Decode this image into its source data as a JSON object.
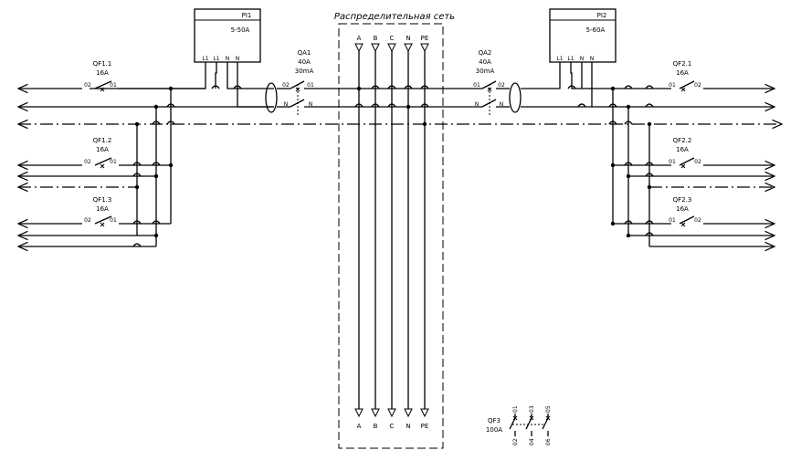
{
  "distribution_network": {
    "title": "Распределительная сеть",
    "top_labels": [
      "A",
      "B",
      "C",
      "N",
      "PE"
    ],
    "bottom_labels": [
      "A",
      "B",
      "C",
      "N",
      "PE"
    ]
  },
  "meters": [
    {
      "id": "PI1",
      "rating": "5-50A",
      "terminals": [
        "L1",
        "L1",
        "N",
        "N"
      ]
    },
    {
      "id": "PI2",
      "rating": "5-60A",
      "terminals": [
        "L1",
        "L1",
        "N",
        "N"
      ]
    }
  ],
  "rcds": [
    {
      "id": "QA1",
      "current": "40A",
      "leak": "30mA",
      "pins": [
        "02",
        "01",
        "N",
        "N"
      ]
    },
    {
      "id": "QA2",
      "current": "40A",
      "leak": "30mA",
      "pins": [
        "01",
        "02",
        "N",
        "N"
      ]
    }
  ],
  "breakers_left": [
    {
      "id": "QF1.1",
      "rating": "16A",
      "pins": [
        "02",
        "01"
      ]
    },
    {
      "id": "QF1.2",
      "rating": "16A",
      "pins": [
        "02",
        "01"
      ]
    },
    {
      "id": "QF1.3",
      "rating": "16A",
      "pins": [
        "02",
        "01"
      ]
    }
  ],
  "breakers_right": [
    {
      "id": "QF2.1",
      "rating": "16A",
      "pins": [
        "01",
        "02"
      ]
    },
    {
      "id": "QF2.2",
      "rating": "16A",
      "pins": [
        "01",
        "02"
      ]
    },
    {
      "id": "QF2.3",
      "rating": "16A",
      "pins": [
        "01",
        "02"
      ]
    }
  ],
  "main_breaker": {
    "id": "QF3",
    "rating": "100A",
    "pins_top": [
      "01",
      "03",
      "05"
    ],
    "pins_bottom": [
      "02",
      "04",
      "06"
    ]
  }
}
